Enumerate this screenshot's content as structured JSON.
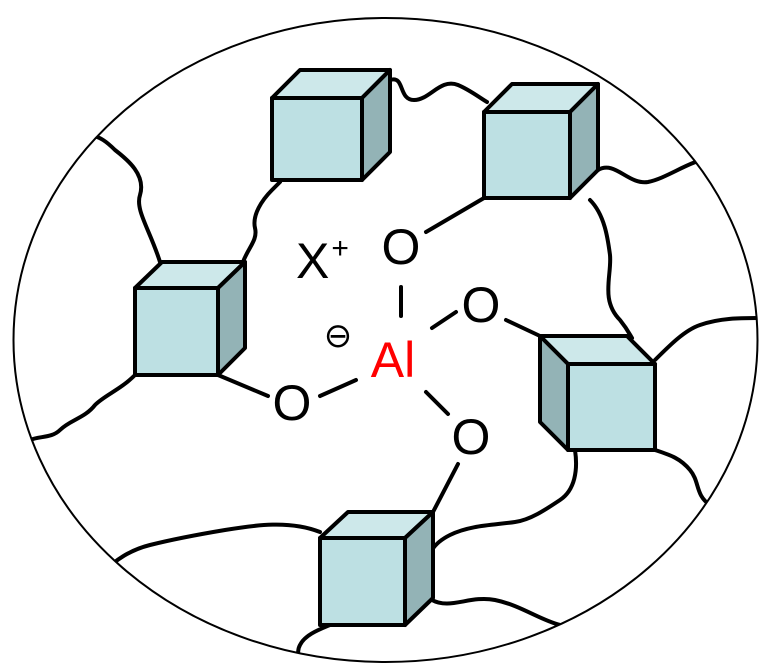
{
  "labels": {
    "cation": "X",
    "cation_charge": "+",
    "anion_charge": "⊖",
    "metal": "Al",
    "oxygen_top": "O",
    "oxygen_right": "O",
    "oxygen_left": "O",
    "oxygen_bottom": "O"
  },
  "colors": {
    "cube_front": "#bde0e3",
    "cube_top": "#cde8ea",
    "cube_side": "#93b3b6",
    "outline": "#000000",
    "metal": "#ff0000"
  }
}
